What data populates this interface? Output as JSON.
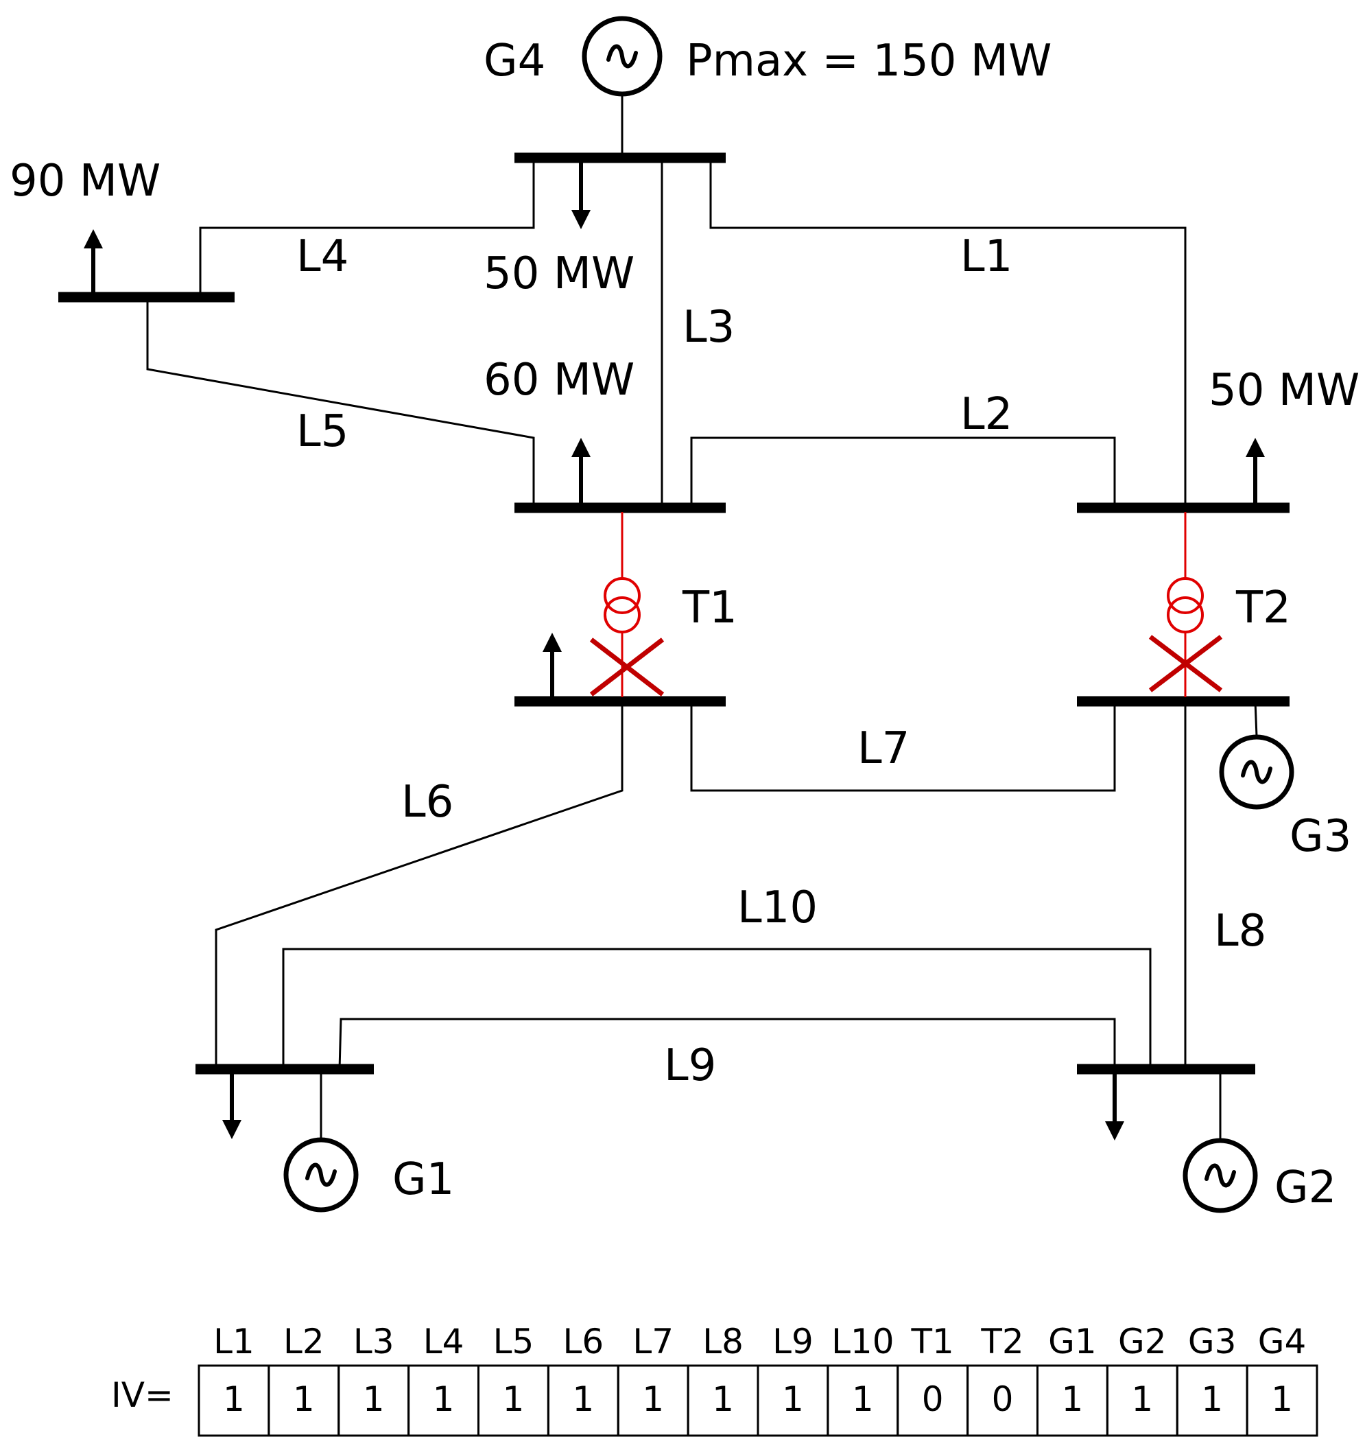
{
  "generators": {
    "g1": "G1",
    "g2": "G2",
    "g3": "G3",
    "g4": "G4",
    "g4_pmax": "Pmax = 150 MW"
  },
  "transformers": {
    "t1": "T1",
    "t2": "T2"
  },
  "lines": {
    "l1": "L1",
    "l2": "L2",
    "l3": "L3",
    "l4": "L4",
    "l5": "L5",
    "l6": "L6",
    "l7": "L7",
    "l8": "L8",
    "l9": "L9",
    "l10": "L10"
  },
  "loads": {
    "top_left": "90 MW",
    "top_center": "50 MW",
    "mid_center": "60 MW",
    "mid_right": "50 MW"
  },
  "status_vector": {
    "prefix": "IV=",
    "headers": [
      "L1",
      "L2",
      "L3",
      "L4",
      "L5",
      "L6",
      "L7",
      "L8",
      "L9",
      "L10",
      "T1",
      "T2",
      "G1",
      "G2",
      "G3",
      "G4"
    ],
    "values": [
      "1",
      "1",
      "1",
      "1",
      "1",
      "1",
      "1",
      "1",
      "1",
      "1",
      "0",
      "0",
      "1",
      "1",
      "1",
      "1"
    ]
  },
  "colors": {
    "transformer": "#e00000",
    "outage_mark": "#c00000"
  }
}
